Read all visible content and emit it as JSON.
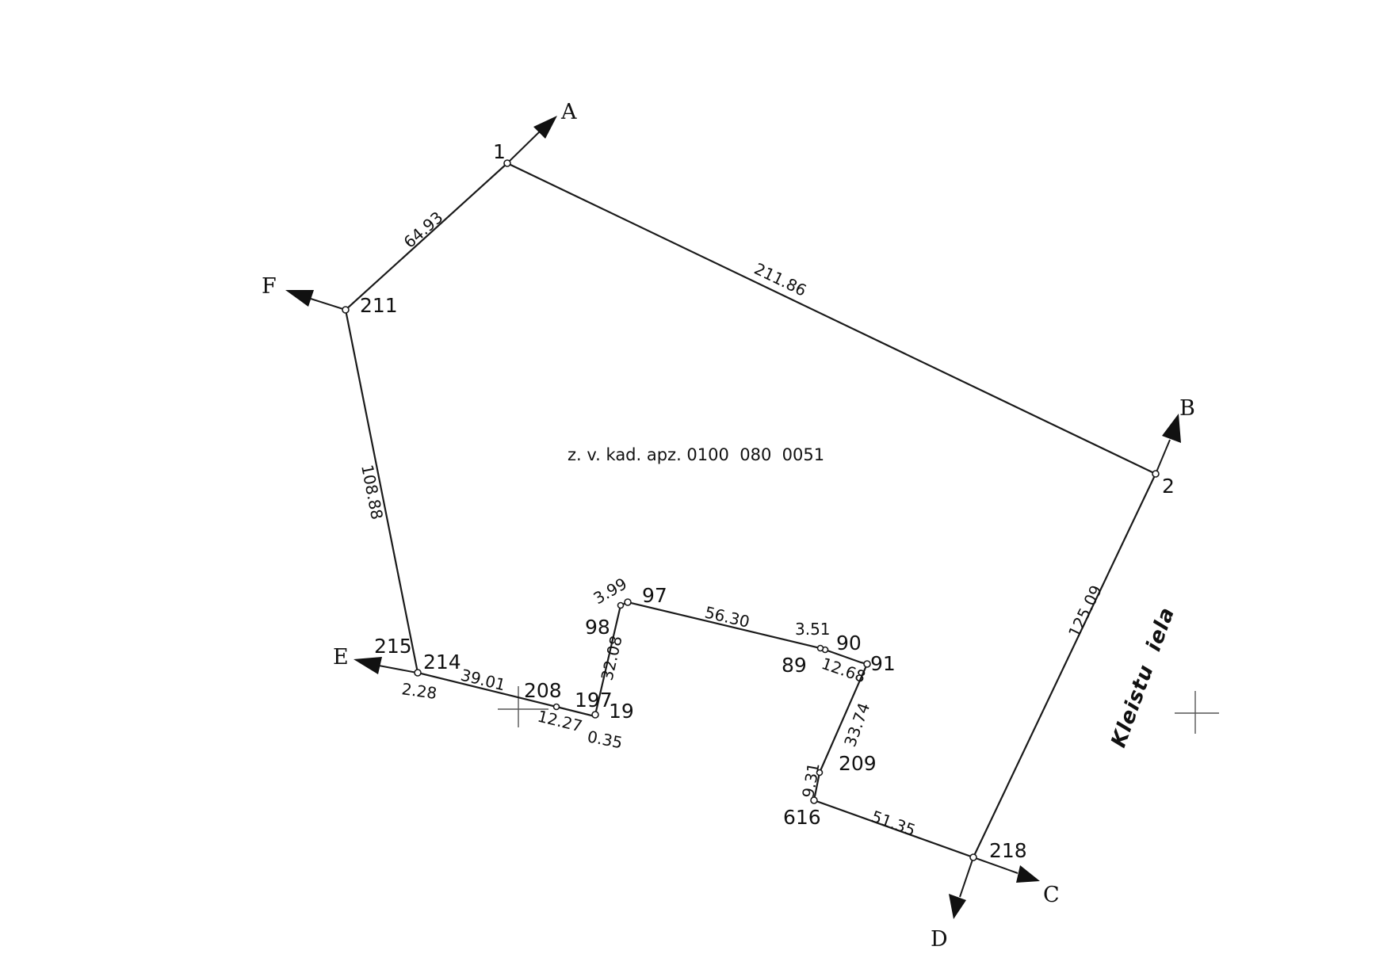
{
  "parcel_label": "z. v. kad. apz. 0100  080  0051",
  "street_label": "Kleistu  iela",
  "directions": {
    "A": "A",
    "B": "B",
    "C": "C",
    "D": "D",
    "E": "E",
    "F": "F"
  },
  "points": {
    "p1": "1",
    "p2": "2",
    "p211": "211",
    "p215": "215",
    "p214": "214",
    "p208": "208",
    "p197": "197",
    "p19": "19",
    "p98": "98",
    "p97": "97",
    "p90": "90",
    "p89": "89",
    "p91": "91",
    "p209": "209",
    "p616": "616",
    "p218": "218"
  },
  "lengths": {
    "e1_211": "64.93",
    "e1_2": "211.86",
    "e211_214": "108.88",
    "e2_218": "125.09",
    "e215_214": "2.28",
    "e214_208": "39.01",
    "e208_197": "12.27",
    "e197_19": "0.35",
    "e19_98": "32.08",
    "e98_97": "3.99",
    "e97_89": "56.30",
    "e89_90": "3.51",
    "e90_91": "12.68",
    "e91_209": "33.74",
    "e209_616": "9.31",
    "e616_218": "51.35"
  }
}
